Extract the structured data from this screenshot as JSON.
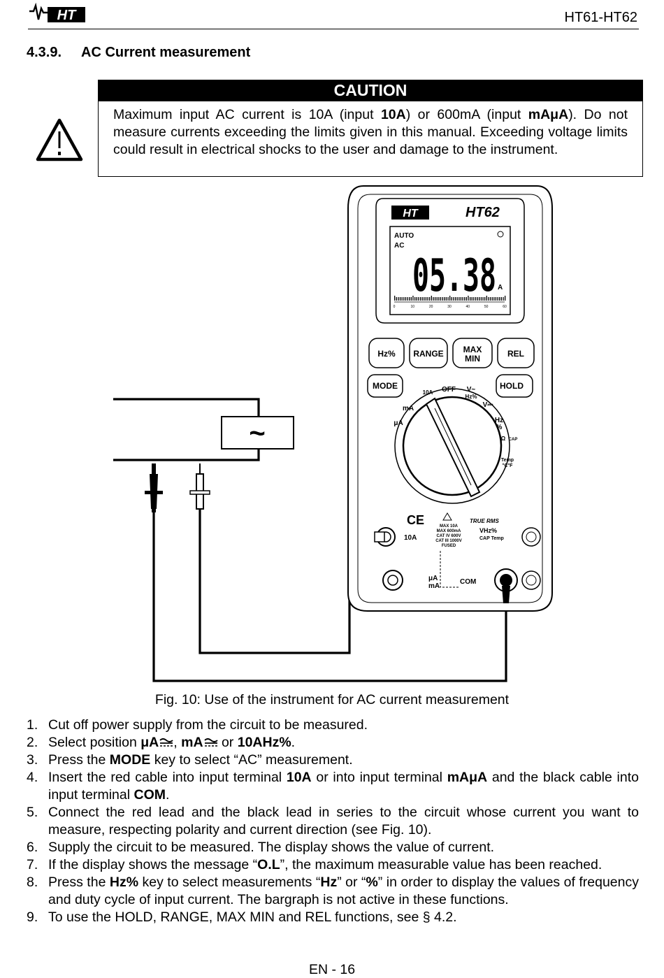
{
  "header": {
    "logo_text": "HT",
    "model": "HT61-HT62"
  },
  "section": {
    "number": "4.3.9.",
    "title": "AC Current measurement"
  },
  "caution": {
    "heading": "CAUTION",
    "p1": "Maximum input AC current is 10A (input ",
    "b1": "10A",
    "p2": ") or 600mA (input ",
    "b2": "mAμA",
    "p3": "). Do not measure currents exceeding the limits given in this manual. Exceeding voltage limits could result in electrical shocks to the user and damage to the instrument.",
    "icon": "warning-triangle-icon"
  },
  "figure": {
    "brand": "HT",
    "model_logo": "HT62",
    "display": {
      "auto": "AUTO",
      "mode": "AC",
      "reading": "05.38",
      "unit": "A",
      "scale": [
        "0",
        "10",
        "20",
        "30",
        "40",
        "50",
        "60"
      ]
    },
    "keys": {
      "hz": "Hz%",
      "range": "RANGE",
      "max": "MAX",
      "min": "MIN",
      "rel": "REL",
      "mode": "MODE",
      "hold": "HOLD"
    },
    "dial": {
      "off": "OFF",
      "v_ac": "V~",
      "v_dc": "V⎓",
      "hz": "Hz",
      "pct": "%",
      "ohm": "Ω",
      "cap": "CAP",
      "temp": "Temp",
      "cf": "°C°F",
      "ma": "mA",
      "ua": "μA",
      "a10": "10A",
      "hzpct": "Hz%"
    },
    "panel": {
      "ce": "CE",
      "true_rms": "TRUE RMS",
      "term_10a": "10A",
      "term_ua": "μA",
      "term_ma": "mA",
      "term_com": "COM",
      "vhz": "VHz%",
      "cap_temp": "CAP Temp",
      "rating1": "MAX 10A",
      "rating2": "MAX 600mA",
      "rating3": "CAT IV 600V",
      "rating4": "CAT III 1000V",
      "rating5": "FUSED"
    },
    "source_symbol": "~"
  },
  "caption": "Fig. 10: Use of the instrument for AC current measurement",
  "steps": [
    {
      "n": "1.",
      "t1": "Cut off power supply from the circuit to be measured."
    },
    {
      "n": "2.",
      "t1": "Select position ",
      "b1": "μA",
      "t2": ", ",
      "b2": "mA",
      "t3": " or ",
      "b3": "10AHz%",
      "t4": "."
    },
    {
      "n": "3.",
      "t1": "Press the ",
      "b1": "MODE",
      "t2": " key to select “AC” measurement."
    },
    {
      "n": "4.",
      "t1": "Insert the red cable into input terminal ",
      "b1": "10A",
      "t2": " or into input terminal ",
      "b2": "mAμA",
      "t3": " and the black cable into input terminal ",
      "b3": "COM",
      "t4": "."
    },
    {
      "n": "5.",
      "t1": "Connect the red lead and the black lead in series to the circuit whose current you want to measure, respecting polarity and current direction (see Fig. 10)."
    },
    {
      "n": "6.",
      "t1": "Supply the circuit to be measured. The display shows the value of current."
    },
    {
      "n": "7.",
      "t1": "If the display shows the message “",
      "b1": "O.L",
      "t2": "”, the maximum measurable value has been reached."
    },
    {
      "n": "8.",
      "t1": "Press the ",
      "b1": "Hz%",
      "t2": " key to select measurements “",
      "b2": "Hz",
      "t3": "” or “",
      "b3": "%",
      "t4": "” in order to display the values of frequency and duty cycle of input current. The bargraph is not active in these functions."
    },
    {
      "n": "9.",
      "t1": "To use the HOLD, RANGE, MAX MIN and REL functions, see § 4.2."
    }
  ],
  "footer": "EN - 16"
}
